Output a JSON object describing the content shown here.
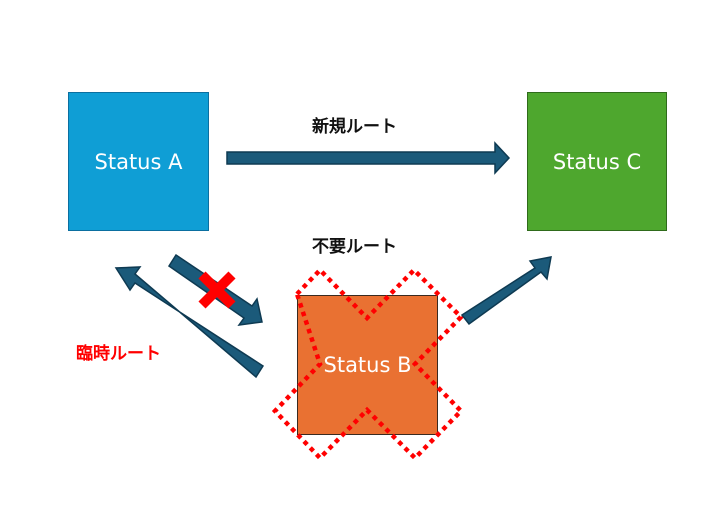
{
  "boxes": {
    "a": {
      "label": "Status A",
      "color": "#0f9ed5"
    },
    "b": {
      "label": "Status B",
      "color": "#e97132"
    },
    "c": {
      "label": "Status C",
      "color": "#4ea72e"
    }
  },
  "routes": {
    "new": "新規ルート",
    "unneeded": "不要ルート",
    "temporary": "臨時ルート"
  },
  "colors": {
    "arrow_fill": "#1b5a7a",
    "arrow_stroke": "#0e3a52",
    "cross": "#ff0000",
    "dotted_outline": "#ff0000",
    "temporary_label": "#ff0000"
  }
}
